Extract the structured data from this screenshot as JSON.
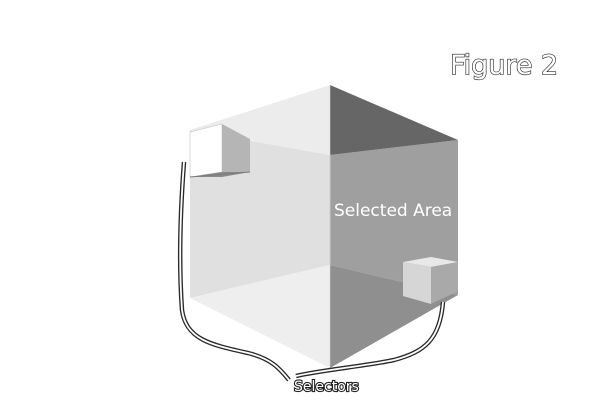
{
  "figure": {
    "title": "Figure 2",
    "selected_area_label": "Selected Area",
    "selectors_label": "Selectors"
  },
  "colors": {
    "top_left_panel": "#ececec",
    "top_right_panel": "#666666",
    "back_left_wall": "#e0e0e0",
    "back_right_wall": "#9f9f9f",
    "floor_left": "#eeeeee",
    "floor_right": "#8f8f8f",
    "selector_face": "#d8d8d8",
    "bracket_line": "#2a2a2a"
  }
}
